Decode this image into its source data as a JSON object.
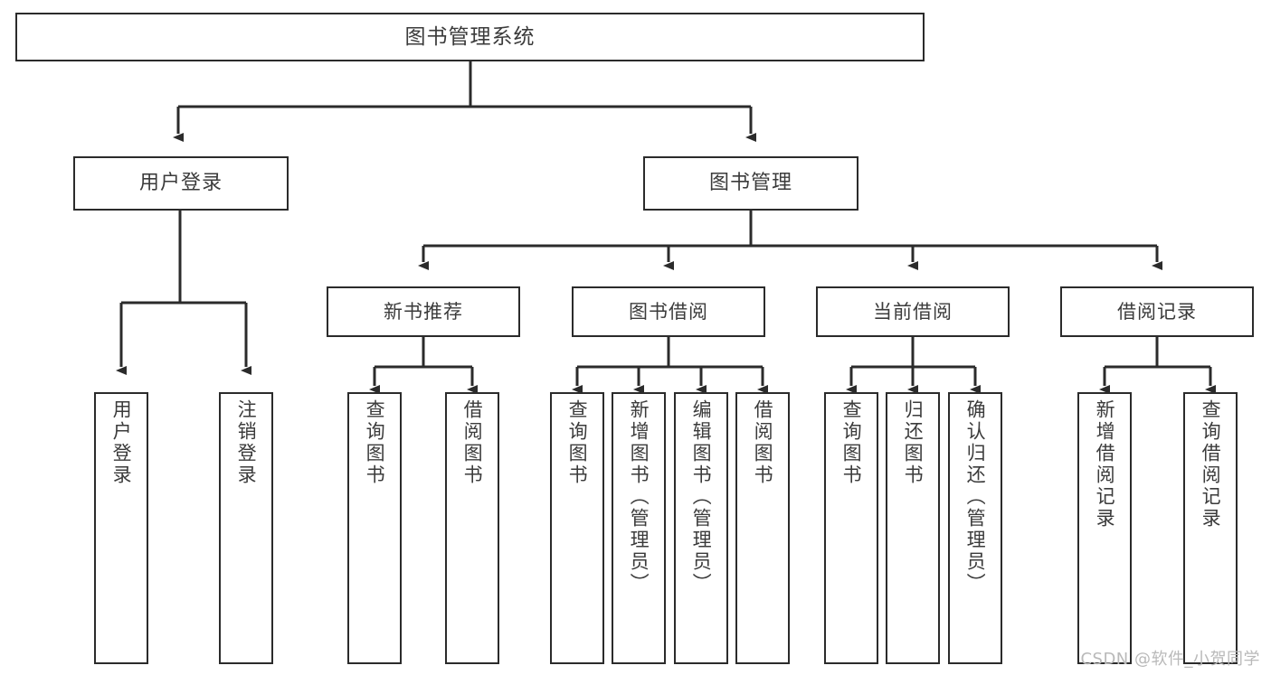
{
  "diagram": {
    "title": "图书管理系统",
    "type": "tree",
    "root": {
      "id": "root",
      "label": "图书管理系统",
      "orientation": "horizontal"
    },
    "level1": [
      {
        "id": "user-login",
        "label": "用户登录",
        "orientation": "horizontal"
      },
      {
        "id": "book-management",
        "label": "图书管理",
        "orientation": "horizontal"
      }
    ],
    "level2": [
      {
        "id": "new-book-recommend",
        "label": "新书推荐",
        "parent": "book-management",
        "orientation": "horizontal"
      },
      {
        "id": "book-borrow",
        "label": "图书借阅",
        "parent": "book-management",
        "orientation": "horizontal"
      },
      {
        "id": "current-borrow",
        "label": "当前借阅",
        "parent": "book-management",
        "orientation": "horizontal"
      },
      {
        "id": "borrow-record",
        "label": "借阅记录",
        "parent": "book-management",
        "orientation": "horizontal"
      }
    ],
    "leaves": [
      {
        "id": "leaf-user-login",
        "label": "用户登录",
        "parent": "user-login",
        "orientation": "vertical"
      },
      {
        "id": "leaf-user-logout",
        "label": "注销登录",
        "parent": "user-login",
        "orientation": "vertical"
      },
      {
        "id": "leaf-query-book-1",
        "label": "查询图书",
        "parent": "new-book-recommend",
        "orientation": "vertical"
      },
      {
        "id": "leaf-borrow-book-1",
        "label": "借阅图书",
        "parent": "new-book-recommend",
        "orientation": "vertical"
      },
      {
        "id": "leaf-query-book-2",
        "label": "查询图书",
        "parent": "book-borrow",
        "orientation": "vertical"
      },
      {
        "id": "leaf-add-book",
        "label": "新增图书（管理员）",
        "parent": "book-borrow",
        "orientation": "vertical"
      },
      {
        "id": "leaf-edit-book",
        "label": "编辑图书（管理员）",
        "parent": "book-borrow",
        "orientation": "vertical"
      },
      {
        "id": "leaf-borrow-book-2",
        "label": "借阅图书",
        "parent": "book-borrow",
        "orientation": "vertical"
      },
      {
        "id": "leaf-query-book-3",
        "label": "查询图书",
        "parent": "current-borrow",
        "orientation": "vertical"
      },
      {
        "id": "leaf-return-book",
        "label": "归还图书",
        "parent": "current-borrow",
        "orientation": "vertical"
      },
      {
        "id": "leaf-confirm-return",
        "label": "确认归还（管理员）",
        "parent": "current-borrow",
        "orientation": "vertical"
      },
      {
        "id": "leaf-add-record",
        "label": "新增借阅记录",
        "parent": "borrow-record",
        "orientation": "vertical"
      },
      {
        "id": "leaf-query-record",
        "label": "查询借阅记录",
        "parent": "borrow-record",
        "orientation": "vertical"
      }
    ]
  },
  "watermark": {
    "text": "CSDN @软件_小贺同学"
  },
  "colors": {
    "stroke": "#2b2b2b",
    "box_fill": "#ffffff",
    "text": "#3b3b3b",
    "background": "#ffffff",
    "watermark": "#b9b9b9"
  }
}
